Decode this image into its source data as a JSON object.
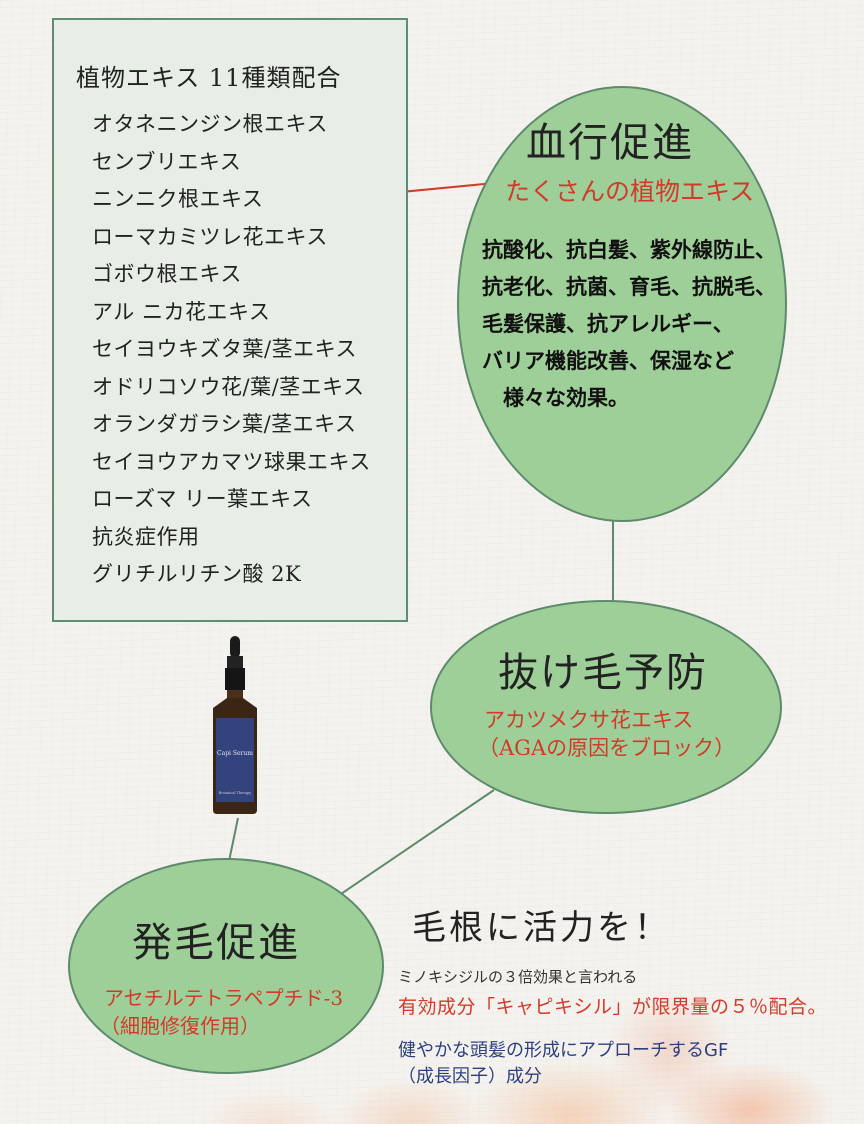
{
  "ingredients": {
    "title": "植物エキス 11種類配合",
    "items": [
      "オタネニンジン根エキス",
      "センブリエキス",
      "ニンニク根エキス",
      "ローマカミツレ花エキス",
      "ゴボウ根エキス",
      "アル ニカ花エキス",
      "セイヨウキズタ葉/茎エキス",
      "オドリコソウ花/葉/茎エキス",
      "オランダガラシ葉/茎エキス",
      "セイヨウアカマツ球果エキス",
      "ローズマ リー葉エキス",
      "抗炎症作用",
      "グリチルリチン酸 2K"
    ]
  },
  "blood_flow": {
    "heading": "血行促進",
    "subtitle": "たくさんの植物エキス",
    "effects": [
      "抗酸化、抗白髪、紫外線防止、",
      "抗老化、抗菌、育毛、抗脱毛、",
      "毛髪保護、抗アレルギー、",
      "バリア機能改善、保湿など",
      "　様々な効果。"
    ]
  },
  "hair_loss": {
    "heading": "抜け毛予防",
    "line1": "アカツメクサ花エキス",
    "line2": "（AGAの原因をブロック）"
  },
  "hair_growth": {
    "heading": "発毛促進",
    "line1": "アセチルテトラペプチド-3",
    "line2": "（細胞修復作用）"
  },
  "vitality": {
    "heading": "毛根に活力を！",
    "note1": "ミノキシジルの３倍効果と言われる",
    "note2": "有効成分「キャピキシル」が限界量の５％配合。",
    "note3": "健やかな頭髪の形成にアプローチするGF",
    "note4": "（成長因子）成分"
  },
  "product": {
    "label_name": "Capi Serum",
    "label_small": "Botanical Therapy"
  },
  "colors": {
    "oval_fill": "#9fcf99",
    "oval_border": "#5d8a6b",
    "accent_red": "#d23a2a",
    "navy_text": "#2d3f80"
  }
}
